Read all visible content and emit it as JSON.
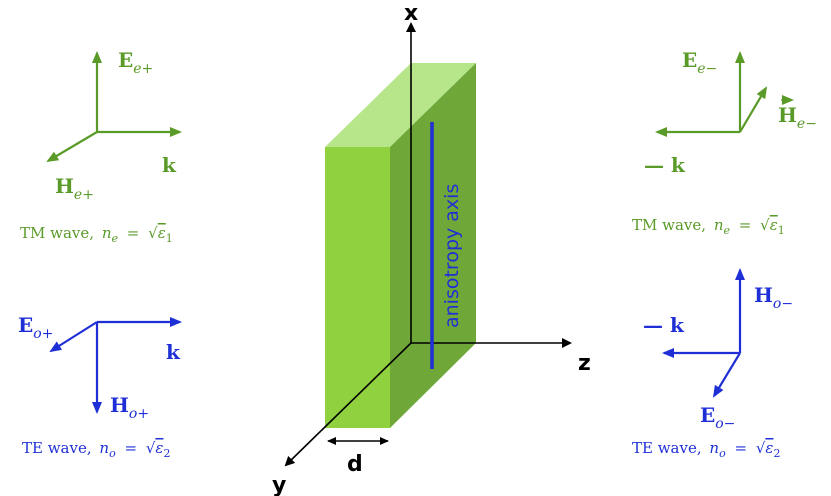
{
  "colors": {
    "green_vectors": "#5a9a28",
    "blue_vectors": "#1f2fd6",
    "slab_front": "#8fd13e",
    "slab_top": "#b7e58a",
    "slab_side": "#6fa839",
    "axis": "#000000"
  },
  "axes": {
    "x_label": "x",
    "y_label": "y",
    "z_label": "z",
    "thickness_label": "d",
    "anisotropy_label": "anisotropy axis"
  },
  "left": {
    "tm": {
      "E_main": "E",
      "E_sub": "e+",
      "H_main": "H",
      "H_sub": "e+",
      "k_label": "k",
      "caption_text": "TM wave,",
      "caption_n": "n",
      "caption_n_sub": "e",
      "caption_eq": "=",
      "caption_eps": "ε",
      "caption_eps_sub": "1"
    },
    "te": {
      "E_main": "E",
      "E_sub": "o+",
      "H_main": "H",
      "H_sub": "o+",
      "k_label": "k",
      "caption_text": "TE wave,",
      "caption_n": "n",
      "caption_n_sub": "o",
      "caption_eq": "=",
      "caption_eps": "ε",
      "caption_eps_sub": "2"
    }
  },
  "right": {
    "tm": {
      "E_main": "E",
      "E_sub": "e−",
      "H_main": "H",
      "H_sub": "e−",
      "k_label": "— k",
      "caption_text": "TM wave,",
      "caption_n": "n",
      "caption_n_sub": "e",
      "caption_eq": "=",
      "caption_eps": "ε",
      "caption_eps_sub": "1"
    },
    "te": {
      "E_main": "E",
      "E_sub": "o−",
      "H_main": "H",
      "H_sub": "o−",
      "k_label": "— k",
      "caption_text": "TE wave,",
      "caption_n": "n",
      "caption_n_sub": "o",
      "caption_eq": "=",
      "caption_eps": "ε",
      "caption_eps_sub": "2"
    }
  }
}
